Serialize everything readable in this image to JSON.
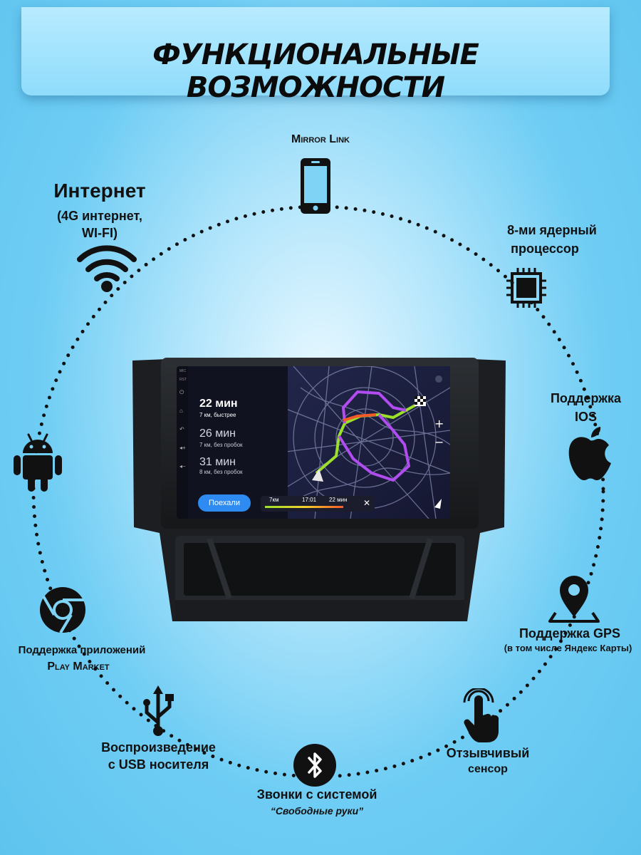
{
  "title": "ФУНКЦИОНАЛЬНЫЕ ВОЗМОЖНОСТИ",
  "features": {
    "mirror_link": "Mirror Link",
    "internet_title": "Интернет",
    "internet_sub_1": "(4G интернет,",
    "internet_sub_2": "WI-FI)",
    "cpu_1": "8-ми ядерный",
    "cpu_2": "процессор",
    "ios_1": "Поддержка",
    "ios_2": "IOS",
    "gps_1": "Поддержка GPS",
    "gps_2": "(в том числе Яндекс Карты)",
    "sensor_1": "Отзывчивый",
    "sensor_2": "сенсор",
    "handsfree_1": "Звонки с системой",
    "handsfree_2": "“Свободные руки”",
    "usb_1": "Воспроизведение",
    "usb_2": "с USB носителя",
    "playmarket_1": "Поддержка приложений",
    "playmarket_2": "Play Market"
  },
  "screen": {
    "route1_time": "22 мин",
    "route1_desc": "7 км, быстрее",
    "route2_time": "26 мин",
    "route2_desc": "7 км, без пробок",
    "route3_time": "31 мин",
    "route3_desc": "8 км, без пробок",
    "go_button": "Поехали",
    "bar_dist": "7км",
    "bar_clock": "17:01",
    "bar_eta": "22 мин",
    "side_mic": "MIC",
    "side_rst": "RST"
  },
  "colors": {
    "route_main": "#b14cf0",
    "route_alt": "#9be02c",
    "go_button": "#2e8bf2"
  },
  "icons": [
    "smartphone-icon",
    "wifi-icon",
    "cpu-chip-icon",
    "apple-icon",
    "android-icon",
    "gps-pin-icon",
    "chrome-icon",
    "usb-icon",
    "bluetooth-icon",
    "touch-hand-icon"
  ]
}
